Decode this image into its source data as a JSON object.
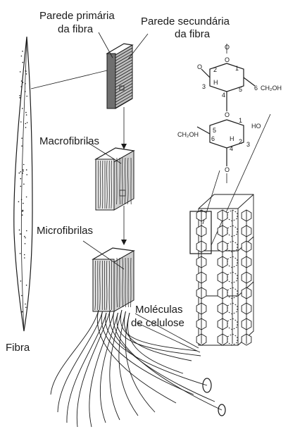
{
  "labels": {
    "primary_wall": [
      "Parede primária",
      "da fibra"
    ],
    "secondary_wall": [
      "Parede secundária",
      "da fibra"
    ],
    "macrofibrils": "Macrofibrilas",
    "microfibrils": "Microfibrilas",
    "cellulose_molecules": [
      "Moléculas",
      "de celulose"
    ],
    "fiber": "Fibra"
  },
  "chemistry": {
    "top_ring": {
      "o_top": "O",
      "ring_o": "O",
      "o_left": "O",
      "n1": "1",
      "n2": "2",
      "n3": "3",
      "n4": "4",
      "n5": "5",
      "n6": "6",
      "h": "H",
      "ch2oh": "CH₂OH"
    },
    "bottom_ring": {
      "ring_o": "O",
      "ho": "HO",
      "o_bottom": "O",
      "n1": "1",
      "n2": "2",
      "n3": "3",
      "n4": "4",
      "n5": "5",
      "n6": "6",
      "h": "H",
      "ch2oh": "CH₂OH"
    }
  }
}
